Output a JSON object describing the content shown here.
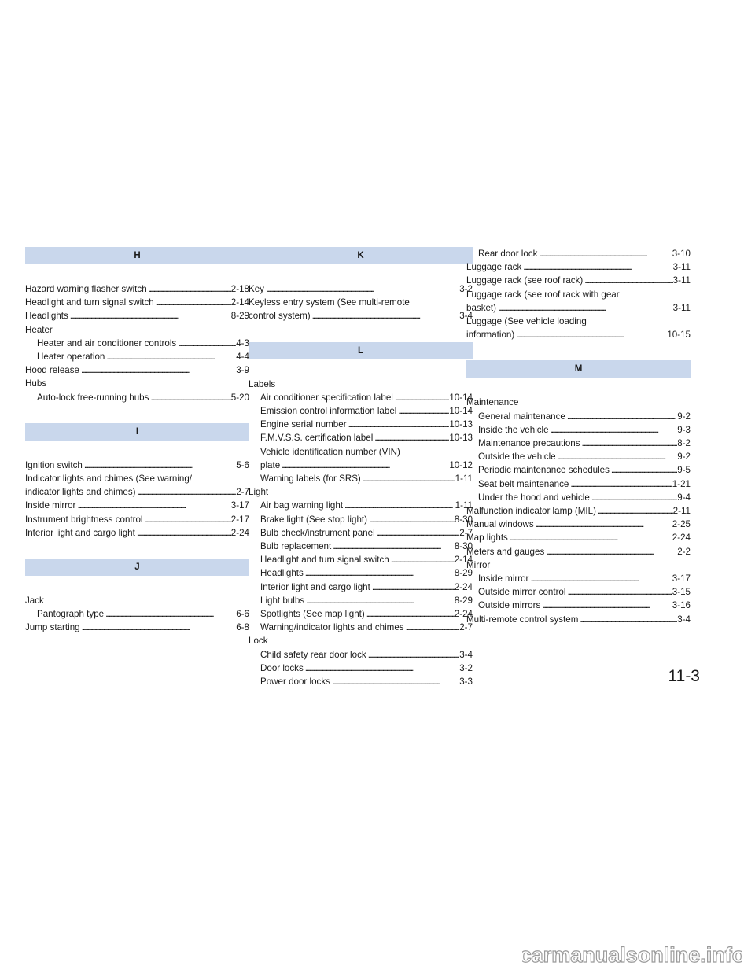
{
  "page_number": "11-3",
  "watermark": "carmanualsonline.info",
  "columns": [
    {
      "sections": [
        {
          "letter": "H",
          "entries": [
            {
              "type": "lead",
              "text": "Hazard warning flasher switch",
              "page": "2-18"
            },
            {
              "type": "lead",
              "text": "Headlight and turn signal switch",
              "page": "2-14"
            },
            {
              "type": "lead",
              "text": "Headlights",
              "page": "8-29"
            },
            {
              "type": "plain",
              "text": "Heater"
            },
            {
              "type": "lead",
              "sub": true,
              "text": "Heater and air conditioner controls",
              "page": "4-3"
            },
            {
              "type": "lead",
              "sub": true,
              "text": "Heater operation",
              "page": "4-4"
            },
            {
              "type": "lead",
              "text": "Hood release",
              "page": "3-9"
            },
            {
              "type": "plain",
              "text": "Hubs"
            },
            {
              "type": "lead",
              "sub": true,
              "text": "Auto-lock free-running hubs",
              "page": "5-20"
            }
          ]
        },
        {
          "letter": "I",
          "entries": [
            {
              "type": "lead",
              "text": "Ignition switch",
              "page": "5-6"
            },
            {
              "type": "plain",
              "text": "Indicator lights and chimes (See warning/"
            },
            {
              "type": "lead",
              "text": "indicator lights and chimes)",
              "page": "2-7"
            },
            {
              "type": "lead",
              "text": "Inside mirror",
              "page": "3-17"
            },
            {
              "type": "lead",
              "text": "Instrument brightness control",
              "page": "2-17"
            },
            {
              "type": "lead",
              "text": "Interior light and cargo light",
              "page": "2-24"
            }
          ]
        },
        {
          "letter": "J",
          "entries": [
            {
              "type": "plain",
              "text": "Jack"
            },
            {
              "type": "lead",
              "sub": true,
              "text": "Pantograph type",
              "page": "6-6"
            },
            {
              "type": "lead",
              "text": "Jump starting",
              "page": "6-8"
            }
          ]
        }
      ]
    },
    {
      "sections": [
        {
          "letter": "K",
          "entries": [
            {
              "type": "lead",
              "text": "Key",
              "page": "3-2"
            },
            {
              "type": "plain",
              "text": "Keyless entry system (See multi-remote"
            },
            {
              "type": "lead",
              "text": "control system)",
              "page": "3-4"
            }
          ]
        },
        {
          "letter": "L",
          "entries": [
            {
              "type": "plain",
              "text": "Labels"
            },
            {
              "type": "lead",
              "sub": true,
              "text": "Air conditioner specification label",
              "page": "10-14"
            },
            {
              "type": "lead",
              "sub": true,
              "text": "Emission control information label",
              "page": "10-14"
            },
            {
              "type": "lead",
              "sub": true,
              "text": "Engine serial number",
              "page": "10-13"
            },
            {
              "type": "lead",
              "sub": true,
              "text": "F.M.V.S.S. certification label",
              "page": "10-13"
            },
            {
              "type": "plain",
              "sub": true,
              "text": "Vehicle identification number (VIN)"
            },
            {
              "type": "lead",
              "sub": true,
              "text": "plate",
              "page": "10-12"
            },
            {
              "type": "lead",
              "sub": true,
              "text": "Warning labels (for SRS)",
              "page": "1-11"
            },
            {
              "type": "plain",
              "text": "Light"
            },
            {
              "type": "lead",
              "sub": true,
              "text": "Air bag warning light",
              "page": "1-11"
            },
            {
              "type": "lead",
              "sub": true,
              "text": "Brake light (See stop light)",
              "page": "8-30"
            },
            {
              "type": "lead",
              "sub": true,
              "text": "Bulb check/instrument panel",
              "page": "2-7"
            },
            {
              "type": "lead",
              "sub": true,
              "text": "Bulb replacement",
              "page": "8-30"
            },
            {
              "type": "lead",
              "sub": true,
              "text": "Headlight and turn signal switch",
              "page": "2-14"
            },
            {
              "type": "lead",
              "sub": true,
              "text": "Headlights",
              "page": "8-29"
            },
            {
              "type": "lead",
              "sub": true,
              "text": "Interior light and cargo light",
              "page": "2-24"
            },
            {
              "type": "lead",
              "sub": true,
              "text": "Light bulbs",
              "page": "8-29"
            },
            {
              "type": "lead",
              "sub": true,
              "text": "Spotlights (See map light)",
              "page": "2-24"
            },
            {
              "type": "lead",
              "sub": true,
              "text": "Warning/indicator lights and chimes",
              "page": "2-7"
            },
            {
              "type": "plain",
              "text": "Lock"
            },
            {
              "type": "lead",
              "sub": true,
              "text": "Child safety rear door lock",
              "page": "3-4"
            },
            {
              "type": "lead",
              "sub": true,
              "text": "Door locks",
              "page": "3-2"
            },
            {
              "type": "lead",
              "sub": true,
              "text": "Power door locks",
              "page": "3-3"
            }
          ]
        }
      ]
    },
    {
      "sections": [
        {
          "letter": "",
          "entries": [
            {
              "type": "lead",
              "sub": true,
              "text": "Rear door lock",
              "page": "3-10"
            },
            {
              "type": "lead",
              "text": "Luggage rack",
              "page": "3-11"
            },
            {
              "type": "lead",
              "text": "Luggage rack (see roof rack)",
              "page": "3-11"
            },
            {
              "type": "plain",
              "text": "Luggage rack (see roof rack with gear"
            },
            {
              "type": "lead",
              "text": "basket)",
              "page": "3-11"
            },
            {
              "type": "plain",
              "text": "Luggage (See vehicle loading"
            },
            {
              "type": "lead",
              "text": "information)",
              "page": "10-15"
            }
          ]
        },
        {
          "letter": "M",
          "entries": [
            {
              "type": "plain",
              "text": "Maintenance"
            },
            {
              "type": "lead",
              "sub": true,
              "text": "General maintenance",
              "page": "9-2"
            },
            {
              "type": "lead",
              "sub": true,
              "text": "Inside the vehicle",
              "page": "9-3"
            },
            {
              "type": "lead",
              "sub": true,
              "text": "Maintenance precautions",
              "page": "8-2"
            },
            {
              "type": "lead",
              "sub": true,
              "text": "Outside the vehicle",
              "page": "9-2"
            },
            {
              "type": "lead",
              "sub": true,
              "text": "Periodic maintenance schedules",
              "page": "9-5"
            },
            {
              "type": "lead",
              "sub": true,
              "text": "Seat belt maintenance",
              "page": "1-21"
            },
            {
              "type": "lead",
              "sub": true,
              "text": "Under the hood and vehicle",
              "page": "9-4"
            },
            {
              "type": "lead",
              "text": "Malfunction indicator lamp (MIL)",
              "page": "2-11"
            },
            {
              "type": "lead",
              "text": "Manual windows",
              "page": "2-25"
            },
            {
              "type": "lead",
              "text": "Map lights",
              "page": "2-24"
            },
            {
              "type": "lead",
              "text": "Meters and gauges",
              "page": "2-2"
            },
            {
              "type": "plain",
              "text": "Mirror"
            },
            {
              "type": "lead",
              "sub": true,
              "text": "Inside mirror",
              "page": "3-17"
            },
            {
              "type": "lead",
              "sub": true,
              "text": "Outside mirror control",
              "page": "3-15"
            },
            {
              "type": "lead",
              "sub": true,
              "text": "Outside mirrors",
              "page": "3-16"
            },
            {
              "type": "lead",
              "text": "Multi-remote control system",
              "page": "3-4"
            }
          ]
        }
      ]
    }
  ]
}
